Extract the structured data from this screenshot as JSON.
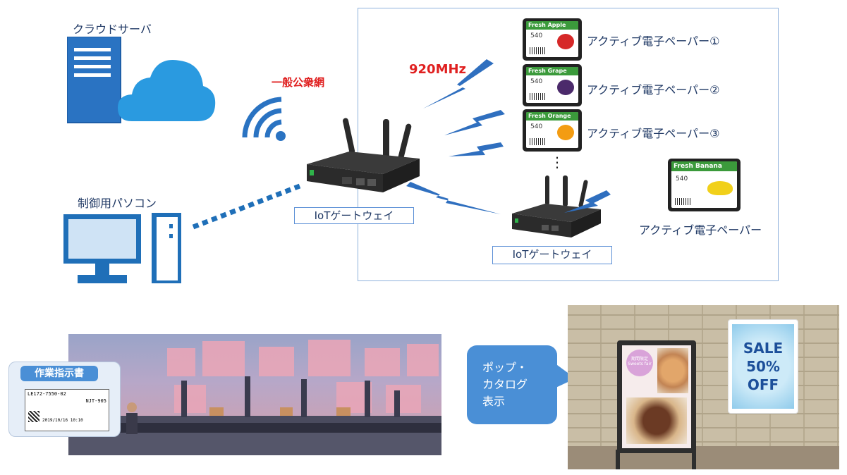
{
  "labels": {
    "cloud": "クラウドサーバ",
    "pc": "制御用パソコン",
    "network": "一般公衆網",
    "freq": "920MHz",
    "gateway1": "IoTゲートウェイ",
    "gateway2": "IoTゲートウェイ",
    "dots": "⋮"
  },
  "papers": [
    {
      "tag": "Fresh Apple",
      "price": "540",
      "label": "アクティブ電子ペーパー①",
      "bar_color": "#2e8b3a",
      "fruit_color": "#d62828"
    },
    {
      "tag": "Fresh Grape",
      "price": "540",
      "label": "アクティブ電子ペーパー②",
      "bar_color": "#2e8b3a",
      "fruit_color": "#4b2a6b"
    },
    {
      "tag": "Fresh Orange",
      "price": "540",
      "label": "アクティブ電子ペーパー③",
      "bar_color": "#2e8b3a",
      "fruit_color": "#f39c12"
    },
    {
      "tag": "Fresh Banana",
      "price": "540",
      "label": "アクティブ電子ペーパー",
      "bar_color": "#2e8b3a",
      "fruit_color": "#f1d01a"
    }
  ],
  "factory": {
    "callout_title": "作業指示書",
    "screen_line1": "LE172-7550-02",
    "screen_line2": "NJT-905",
    "screen_line3": "2019/10/16 10:10"
  },
  "store": {
    "callout_text_1": "ポップ・",
    "callout_text_2": "カタログ",
    "callout_text_3": "表示",
    "sale_1": "SALE",
    "sale_2": "50%",
    "sale_3": "OFF",
    "pop_badge": "期間限定",
    "pop_title": "Sweets fair"
  },
  "colors": {
    "label_text": "#1f3864",
    "accent_red": "#e02020",
    "device_blue": "#1f6fb8",
    "lightning": "#2f6fbf",
    "frame_border": "#8fb1dc"
  }
}
